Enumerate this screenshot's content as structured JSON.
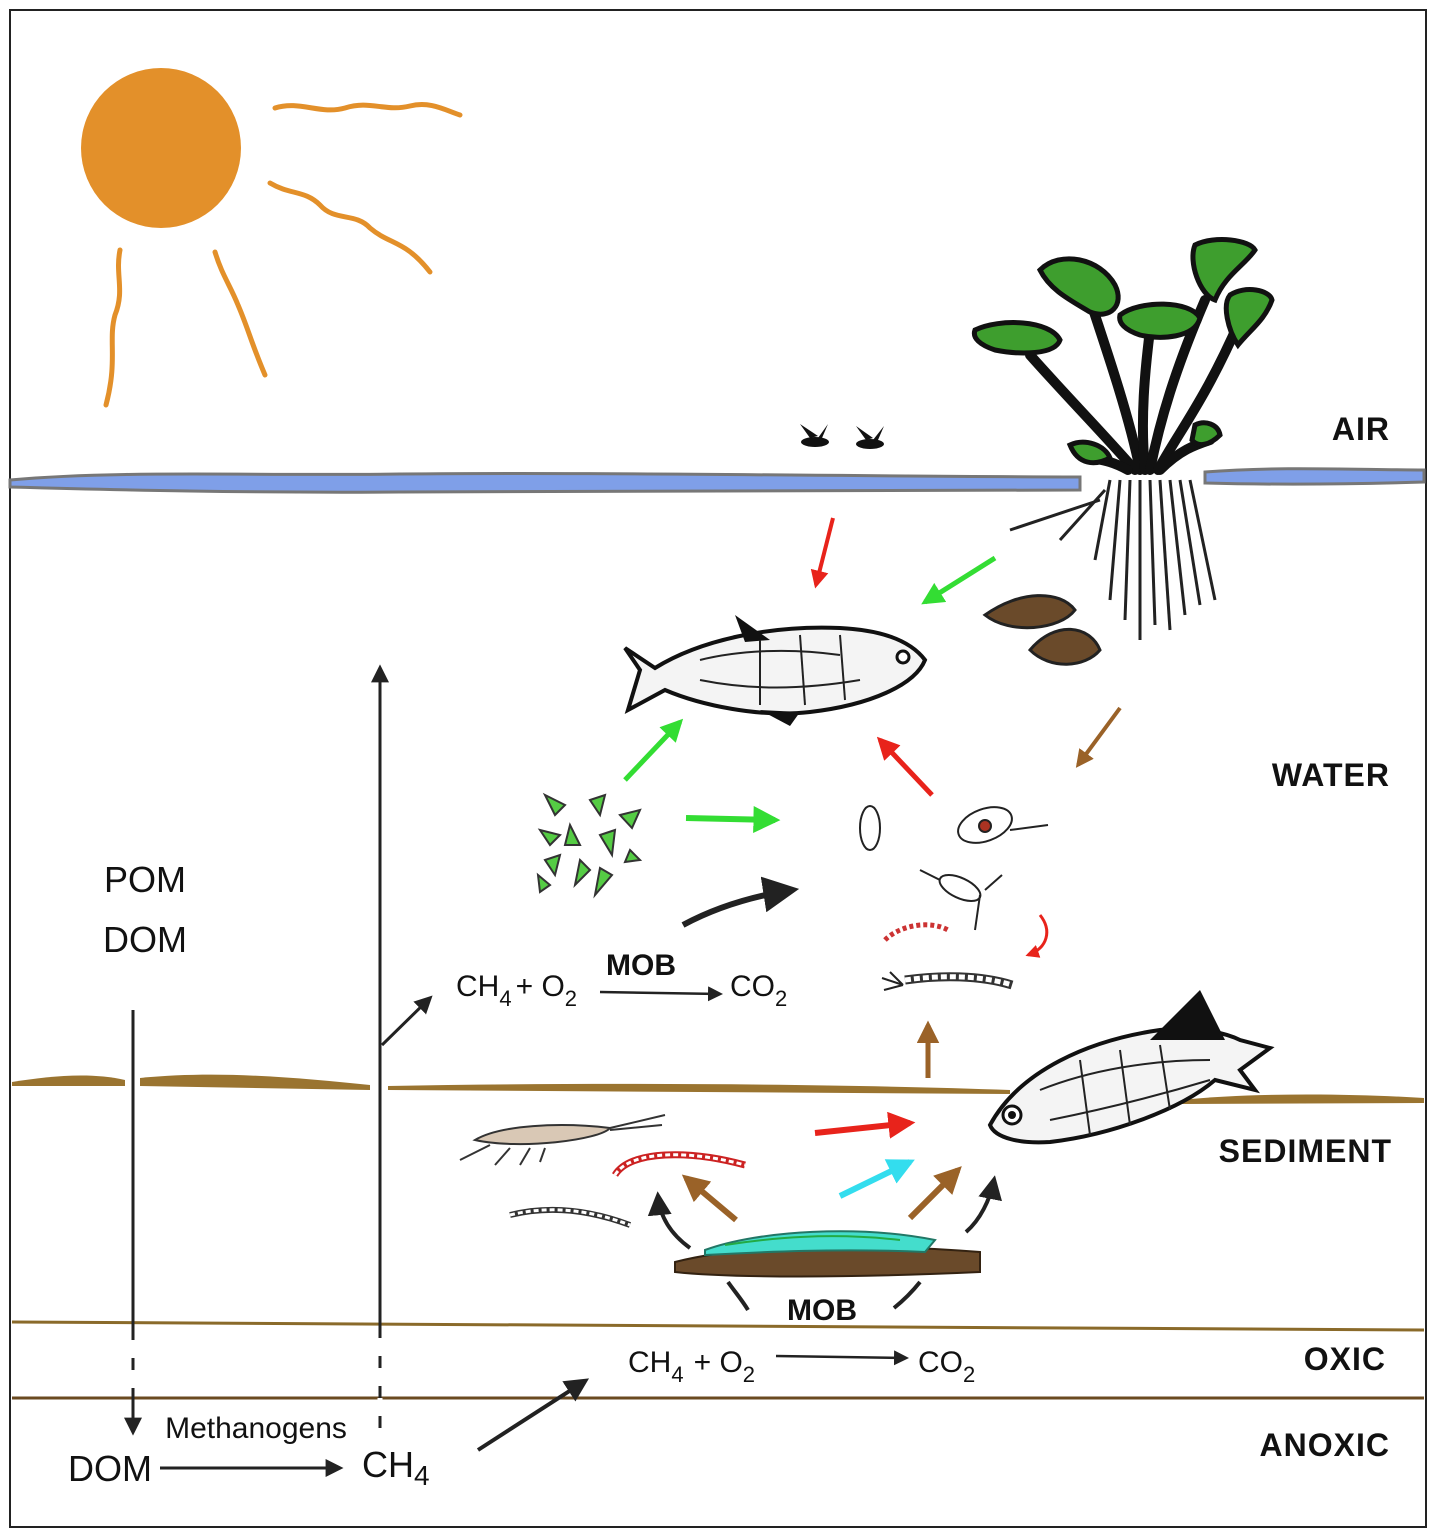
{
  "zones": {
    "air": "AIR",
    "water": "WATER",
    "sediment": "SEDIMENT",
    "oxic": "OXIC",
    "anoxic": "ANOXIC"
  },
  "water_column": {
    "pom": "POM",
    "dom": "DOM",
    "mob_label": "MOB",
    "reaction": {
      "ch4": "CH",
      "ch4_sub": "4",
      "plus_o2": "+ O",
      "o2_sub": "2",
      "co2": "CO",
      "co2_sub": "2"
    }
  },
  "sediment": {
    "mob_label": "MOB",
    "reaction": {
      "ch4": "CH",
      "ch4_sub": "4",
      "plus_o2": "+ O",
      "o2_sub": "2",
      "co2": "CO",
      "co2_sub": "2"
    }
  },
  "anoxic_layer": {
    "dom": "DOM",
    "methanogens": "Methanogens",
    "ch4": "CH",
    "ch4_sub": "4"
  },
  "colors": {
    "sun": "#E3902A",
    "water_surface": "#7F9FE8",
    "sediment": "#9A7430",
    "arrow_red": "#E8231B",
    "arrow_green": "#33DD33",
    "arrow_brown": "#9A6228",
    "arrow_cyan": "#33DDEE",
    "arrow_black": "#222222",
    "plant_leaf": "#3E9E2E"
  }
}
